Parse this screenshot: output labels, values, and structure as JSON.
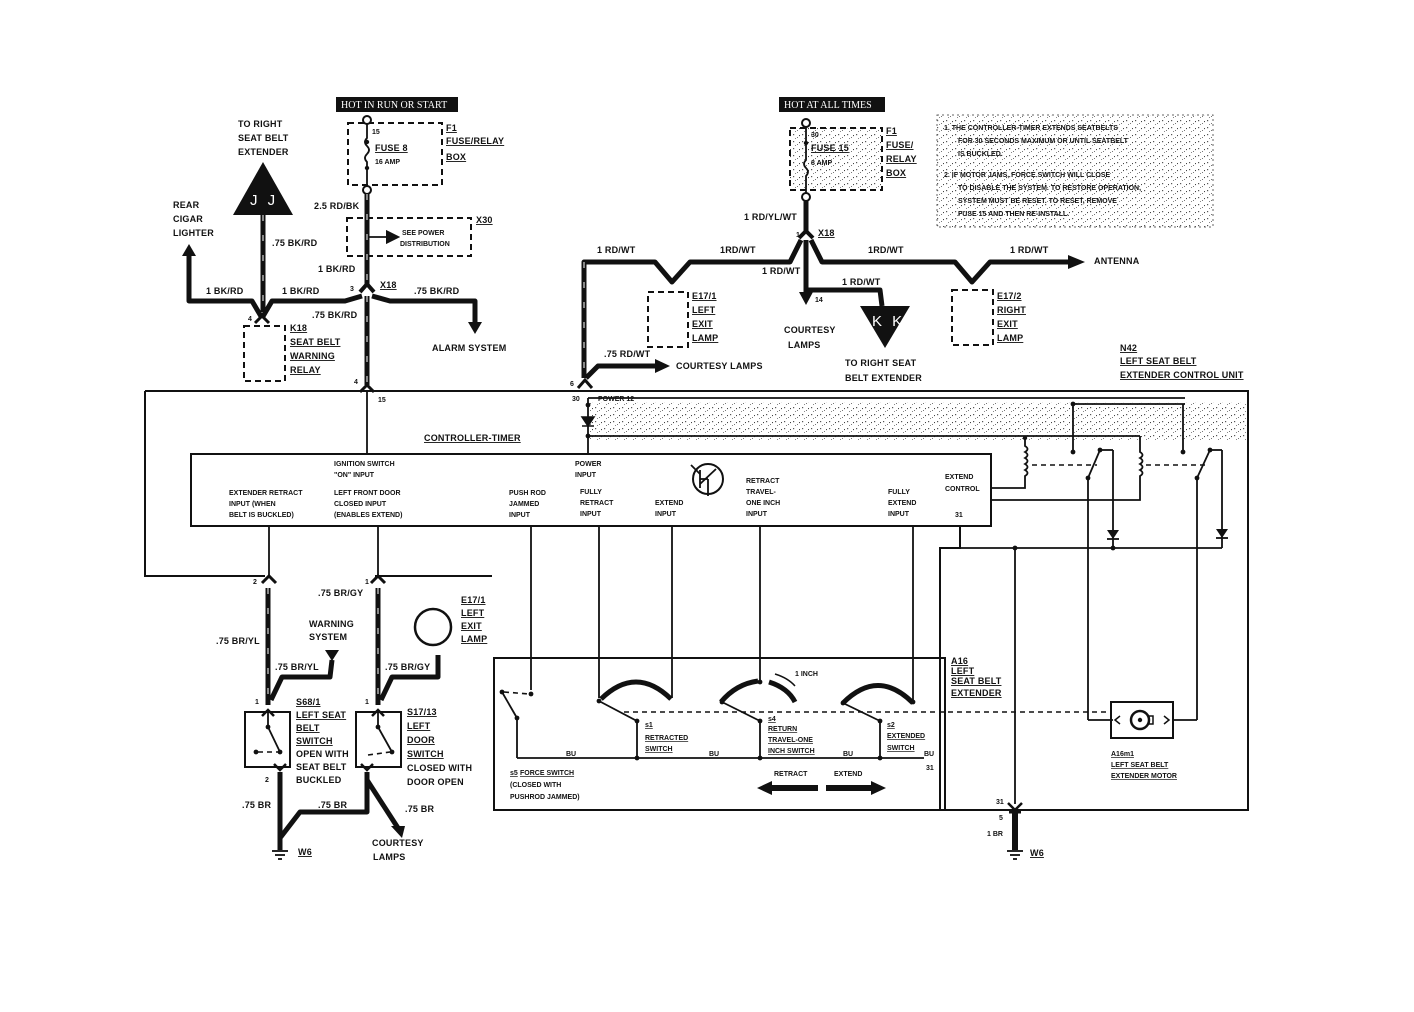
{
  "power_sources": {
    "run_start": "HOT IN RUN OR START",
    "all_times": "HOT AT ALL TIMES"
  },
  "fuse_boxes": [
    {
      "pin": "15",
      "fuse": "FUSE 8",
      "rating": "16 AMP",
      "ref": "F1",
      "name_lines": [
        "FUSE/RELAY",
        "BOX"
      ]
    },
    {
      "pin": "30",
      "fuse": "FUSE 15",
      "rating": "8 AMP",
      "ref": "F1",
      "name_lines": [
        "FUSE/",
        "RELAY",
        "BOX"
      ]
    }
  ],
  "notes": [
    [
      "1. THE CONTROLLER-TIMER EXTENDS SEATBELTS",
      "FOR 30 SECONDS MAXIMUM OR UNTIL SEATBELT",
      "IS BUCKLED."
    ],
    [
      "2. IF MOTOR JAMS, FORCE SWITCH WILL CLOSE",
      "TO DISABLE THE SYSTEM. TO RESTORE OPERATION,",
      "SYSTEM MUST BE RESET. TO RESET, REMOVE",
      "FUSE 15 AND THEN RE-INSTALL."
    ]
  ],
  "connectors": {
    "jj": {
      "letters": "J J",
      "caption": [
        "TO RIGHT",
        "SEAT BELT",
        "EXTENDER"
      ]
    },
    "kk": {
      "letters": "K K",
      "caption": [
        "TO RIGHT SEAT",
        "BELT EXTENDER"
      ]
    }
  },
  "destinations": {
    "cigar": [
      "REAR",
      "CIGAR",
      "LIGHTER"
    ],
    "alarm": "ALARM SYSTEM",
    "antenna": "ANTENNA",
    "courtesy_top": [
      "COURTESY",
      "LAMPS"
    ],
    "courtesy_mid": "COURTESY LAMPS",
    "courtesy_bottom": [
      "COURTESY",
      "LAMPS"
    ],
    "warning": [
      "WARNING",
      "SYSTEM"
    ]
  },
  "wire_labels": {
    "rd_bk_25": "2.5 RD/BK",
    "bk_rd_75_a": ".75 BK/RD",
    "bk_rd_1_a": "1 BK/RD",
    "bk_rd_1_b": "1 BK/RD",
    "bk_rd_1_c": "1 BK/RD",
    "bk_rd_75_b": ".75 BK/RD",
    "bk_rd_75_c": ".75 BK/RD",
    "rd_yl_wt": "1 RD/YL/WT",
    "rd_wt_1": "1 RD/WT",
    "rd_wt_2": "1RD/WT",
    "rd_wt_3": "1 RD/WT",
    "rd_wt_4": "1RD/WT",
    "rd_wt_5": "1 RD/WT",
    "rd_wt_6": "1 RD/WT",
    "rd_wt_75": ".75 RD/WT",
    "br_yl_a": ".75 BR/YL",
    "br_yl_b": ".75 BR/YL",
    "br_gy_a": ".75 BR/GY",
    "br_gy_b": ".75 BR/GY",
    "br_a": ".75 BR",
    "br_b": ".75 BR",
    "br_c": ".75 BR",
    "br_1": "1 BR"
  },
  "components": {
    "x30": {
      "ref": "X30",
      "text": [
        "SEE POWER",
        "DISTRIBUTION"
      ]
    },
    "x18_left": "X18",
    "x18_right": "X18",
    "k18": {
      "ref": "K18",
      "lines": [
        "SEAT BELT",
        "WARNING",
        "RELAY"
      ]
    },
    "e17_1_top": {
      "ref": "E17/1",
      "lines": [
        "LEFT",
        "EXIT",
        "LAMP"
      ]
    },
    "e17_2": {
      "ref": "E17/2",
      "lines": [
        "RIGHT",
        "EXIT",
        "LAMP"
      ]
    },
    "e17_1_bottom": {
      "ref": "E17/1",
      "lines": [
        "LEFT",
        "EXIT",
        "LAMP"
      ]
    },
    "n42": {
      "ref": "N42",
      "lines": [
        "LEFT SEAT BELT",
        "EXTENDER CONTROL UNIT"
      ]
    },
    "s68": {
      "ref": "S68/1",
      "lines": [
        "LEFT SEAT",
        "BELT",
        "SWITCH"
      ],
      "notes": [
        "OPEN WITH",
        "SEAT BELT",
        "BUCKLED"
      ]
    },
    "s17": {
      "ref": "S17/13",
      "lines": [
        "LEFT",
        "DOOR",
        "SWITCH"
      ],
      "notes": [
        "CLOSED WITH",
        "DOOR OPEN"
      ]
    },
    "a16": {
      "ref": "A16",
      "lines": [
        "LEFT",
        "SEAT BELT",
        "EXTENDER"
      ]
    },
    "a16m1": {
      "ref": "A16m1",
      "lines": [
        "LEFT SEAT BELT",
        "EXTENDER MOTOR"
      ]
    },
    "ground_left": "W6",
    "ground_right": "W6"
  },
  "controller": {
    "title": "CONTROLLER-TIMER",
    "power_label": "POWER 12",
    "inputs": [
      [
        "EXTENDER RETRACT",
        "INPUT (WHEN",
        "BELT IS BUCKLED)"
      ],
      [
        "IGNITION SWITCH",
        "\"ON\" INPUT"
      ],
      [
        "LEFT FRONT DOOR",
        "CLOSED INPUT",
        "(ENABLES EXTEND)"
      ],
      [
        "PUSH ROD",
        "JAMMED",
        "INPUT"
      ],
      [
        "POWER",
        "INPUT"
      ],
      [
        "FULLY",
        "RETRACT",
        "INPUT"
      ],
      [
        "EXTEND",
        "INPUT"
      ],
      [
        "RETRACT",
        "TRAVEL-",
        "ONE INCH",
        "INPUT"
      ],
      [
        "FULLY",
        "EXTEND",
        "INPUT"
      ],
      [
        "EXTEND",
        "CONTROL"
      ]
    ],
    "pin_31": "31"
  },
  "pins": {
    "p15_top": "15",
    "p30_top": "30",
    "p3": "3",
    "p4a": "4",
    "p4b": "4",
    "p15": "15",
    "p6": "6",
    "p30": "30",
    "p1x18": "1",
    "p2": "2",
    "p1a": "1",
    "p1b": "1",
    "p1c": "1",
    "p2b": "2",
    "p31": "31",
    "p5": "5",
    "p14": "14",
    "p31b": "31"
  },
  "switches": {
    "force": {
      "ref": "s5",
      "lines": [
        "FORCE SWITCH",
        "(CLOSED WITH",
        "PUSHROD JAMMED)"
      ]
    },
    "retracted": {
      "ref": "s1",
      "lines": [
        "RETRACTED",
        "SWITCH"
      ]
    },
    "return": {
      "ref": "s4",
      "lines": [
        "RETURN",
        "TRAVEL-ONE",
        "INCH SWITCH"
      ]
    },
    "extended": {
      "ref": "s2",
      "lines": [
        "EXTENDED",
        "SWITCH"
      ]
    },
    "one_inch": "1 INCH",
    "bus_labels": [
      "BU",
      "BU",
      "BU",
      "BU"
    ],
    "retract": "RETRACT",
    "extend": "EXTEND"
  }
}
